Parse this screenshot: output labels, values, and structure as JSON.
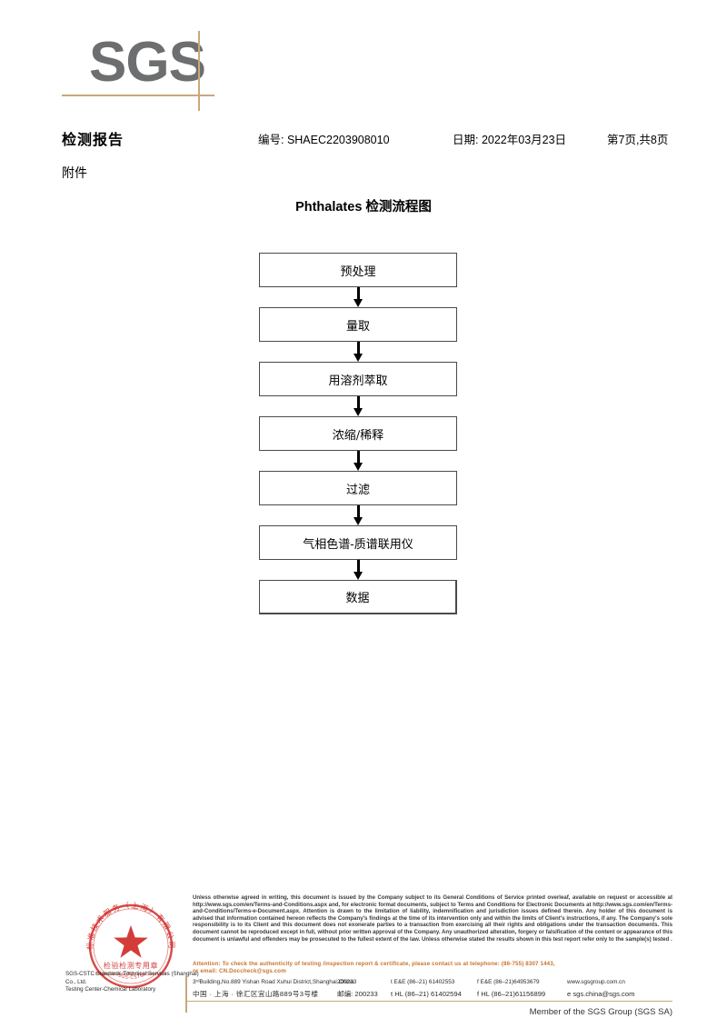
{
  "logo": {
    "text": "SGS",
    "line_color": "#c9a77c",
    "text_color": "#6d6e6f"
  },
  "header": {
    "title": "检测报告",
    "report_no": "编号: SHAEC2203908010",
    "date": "日期: 2022年03月23日",
    "page": "第7页,共8页",
    "attachment": "附件"
  },
  "flowchart": {
    "title": "Phthalates 检测流程图",
    "nodes": [
      {
        "label": "预处理"
      },
      {
        "label": "量取"
      },
      {
        "label": "用溶剂萃取"
      },
      {
        "label": "浓缩/稀释"
      },
      {
        "label": "过滤"
      },
      {
        "label": "气相色谱-质谱联用仪"
      },
      {
        "label": "数据"
      }
    ]
  },
  "stamp": {
    "outer_text": "SGS-CSTC 标准技术服务（上海）有限公司",
    "cn_label": "检验检测专用章",
    "en_label": "Inspection & Testing Services",
    "color": "#cf2b27"
  },
  "footer": {
    "company_line1": "SGS-CSTC Standards Technical Services (Shanghai) Co., Ltd.",
    "company_line2": "Testing Center-Chemical Laboratory",
    "terms": "Unless otherwise agreed in writing, this document is issued by the Company subject to its General Conditions of Service printed overleaf, available on request or accessible at http://www.sgs.com/en/Terms-and-Conditions.aspx and, for electronic format documents, subject to Terms and Conditions for Electronic Documents at http://www.sgs.com/en/Terms-and-Conditions/Terms-e-Document.aspx. Attention is drawn to the limitation of liability, indemnification and jurisdiction issues defined therein. Any holder of this document is advised that information contained hereon reflects the Company's findings at the time of its intervention only and within the limits of Client's instructions, if any. The Company's sole responsibility is to its Client and this document does not exonerate parties to a transaction from exercising all their rights and obligations under the transaction documents. This document cannot be reproduced except in full, without prior written approval of the Company. Any unauthorized alteration, forgery or falsification of the content or appearance of this document is unlawful and offenders may be prosecuted to the fullest extent of the law. Unless otherwise stated the results shown in this test report refer only to the sample(s) tested .",
    "attention_line1": "Attention: To check the authenticity of testing /inspection report & certificate, please contact us at telephone: (86-755) 8307 1443,",
    "attention_line2": "or email: CN.Doccheck@sgs.com",
    "attention_color": "#c8742f",
    "address_en": "3ʳᵈBuilding,No.889 Yishan Road Xuhui District,Shanghai China",
    "postcode_en": "200233",
    "address_cn": "中国 · 上海 · 徐汇区宜山路889号3号楼",
    "postcode_cn": "邮编: 200233",
    "tel_ee": "t E&E (86–21) 61402553",
    "fax_ee": "f E&E (86–21)64953679",
    "tel_hl": "t HL (86–21) 61402594",
    "fax_hl": "f HL (86–21)61156899",
    "website": "www.sgsgroup.com.cn",
    "email": "e  sgs.china@sgs.com",
    "member": "Member of the SGS Group (SGS SA)"
  }
}
